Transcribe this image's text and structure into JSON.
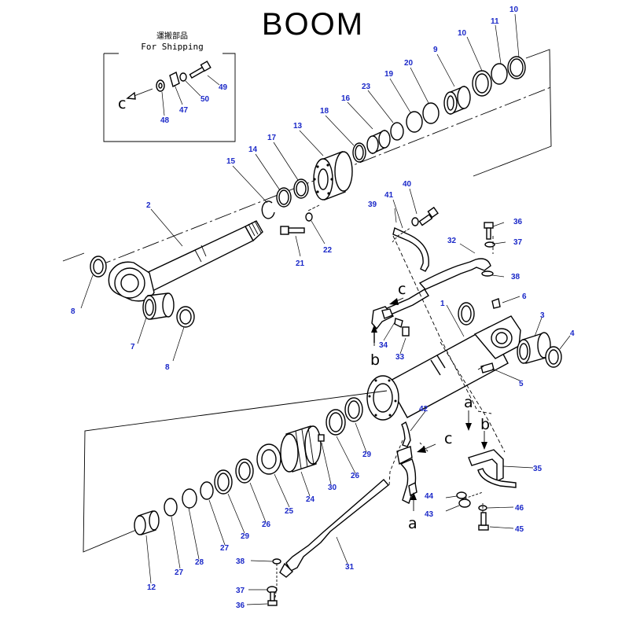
{
  "title": "BOOM",
  "inset": {
    "label_jp": "運搬部品",
    "label_en": "For Shipping",
    "callouts": [
      "49",
      "50",
      "47",
      "48"
    ],
    "ref_letter": "c"
  },
  "callouts": [
    "10",
    "11",
    "10",
    "9",
    "20",
    "19",
    "23",
    "16",
    "18",
    "13",
    "17",
    "14",
    "15",
    "2",
    "41",
    "40",
    "39",
    "36",
    "37",
    "32",
    "38",
    "21",
    "22",
    "8",
    "7",
    "8",
    "1",
    "6",
    "3",
    "4",
    "5",
    "34",
    "33",
    "42",
    "35",
    "44",
    "43",
    "46",
    "45",
    "29",
    "26",
    "30",
    "24",
    "25",
    "26",
    "29",
    "27",
    "28",
    "27",
    "12",
    "38",
    "31",
    "37",
    "36"
  ],
  "ref_letters": [
    "c",
    "b",
    "a",
    "b",
    "c",
    "a"
  ],
  "colors": {
    "ink": "#000000",
    "callout": "#1a28c8",
    "paper": "#ffffff"
  }
}
